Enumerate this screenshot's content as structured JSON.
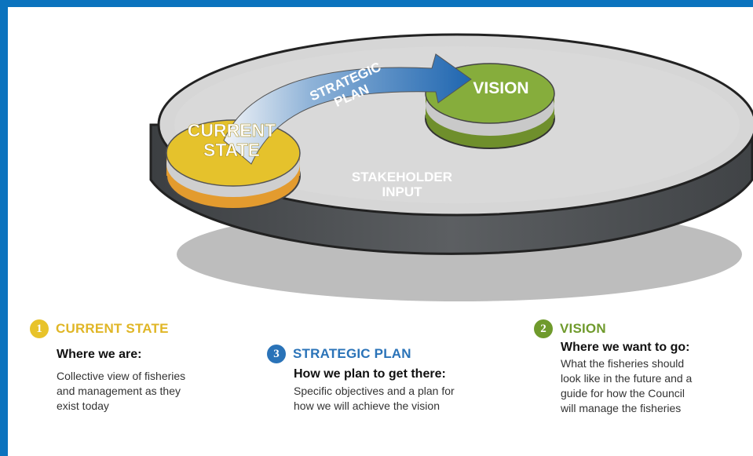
{
  "diagram": {
    "current_state_label": [
      "CURRENT",
      "STATE"
    ],
    "vision_label": "VISION",
    "strategic_plan_label": [
      "STRATEGIC",
      "PLAN"
    ],
    "stakeholder_label": [
      "STAKEHOLDER",
      "INPUT"
    ]
  },
  "steps": {
    "current": {
      "number": "1",
      "title": "CURRENT STATE",
      "subtitle": "Where we are:",
      "lines": [
        "Collective view of fisheries",
        "and management as they",
        "exist today"
      ]
    },
    "plan": {
      "number": "3",
      "title": "STRATEGIC PLAN",
      "subtitle": "How we plan to get there:",
      "lines": [
        "Specific objectives and a plan for",
        "how we will achieve the vision"
      ]
    },
    "vision": {
      "number": "2",
      "title": "VISION",
      "subtitle": "Where we want to go:",
      "lines": [
        "What the fisheries should",
        "look like in the future and a",
        "guide for how the Council",
        "will manage the fisheries"
      ]
    }
  },
  "colors": {
    "frame": "#0b73be",
    "current_state": "#e8c32a",
    "vision": "#6f9a2c",
    "strategic_plan": "#2a73b8",
    "platform_top": "#d5d5d5",
    "platform_side": "#55585b"
  }
}
